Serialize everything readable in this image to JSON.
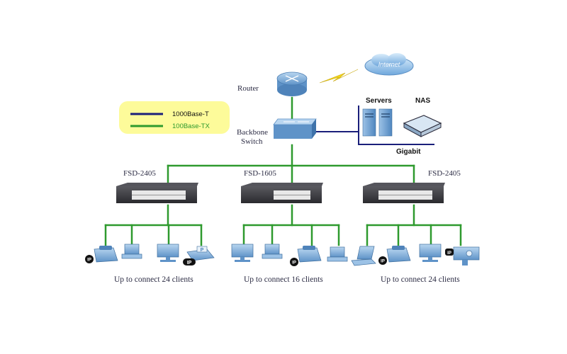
{
  "legend": {
    "items": [
      {
        "label": "1000Base-T",
        "color": "#1a1f7a"
      },
      {
        "label": "100Base-TX",
        "color": "#2e9a2e"
      }
    ],
    "background": "#fdfb9a"
  },
  "internet": {
    "label": "Internet"
  },
  "router": {
    "label": "Router"
  },
  "backbone_switch": {
    "label_line1": "Backbone",
    "label_line2": "Switch"
  },
  "servers": {
    "label": "Servers"
  },
  "nas": {
    "label": "NAS"
  },
  "gigabit": {
    "label": "Gigabit"
  },
  "switches": [
    {
      "model": "FSD-2405",
      "caption": "Up to connect 24 clients"
    },
    {
      "model": "FSD-1605",
      "caption": "Up to connect 16 clients"
    },
    {
      "model": "FSD-2405",
      "caption": "Up to connect 24 clients"
    }
  ],
  "ip_badge": "IP",
  "colors": {
    "green_link": "#2e9a2e",
    "blue_link": "#1a1f7a",
    "device_blue": "#7fb0dc",
    "switch_dark": "#2a2a2e",
    "label_text": "#2c2c44",
    "lightning": "#f2d51a"
  }
}
